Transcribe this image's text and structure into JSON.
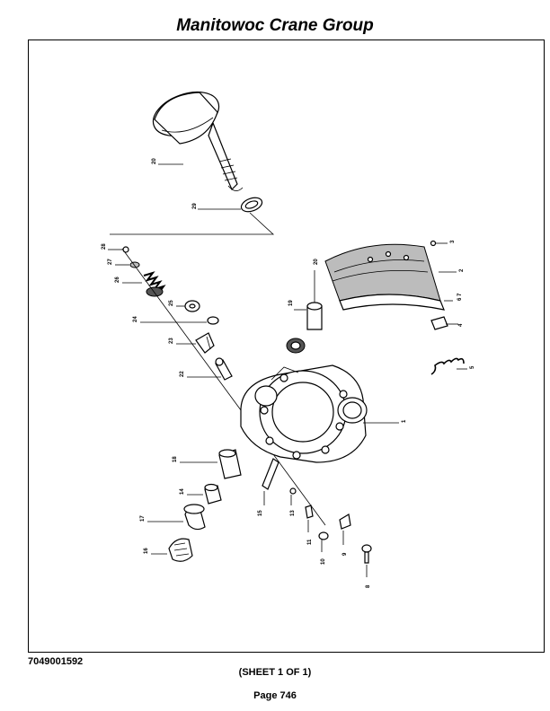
{
  "header": {
    "title": "Manitowoc Crane Group"
  },
  "footer": {
    "doc_number": "7049001592",
    "sheet": "(SHEET 1 OF 1)",
    "page": "Page 746"
  },
  "callouts": {
    "c1": "1",
    "c2": "2",
    "c3": "3",
    "c4": "4",
    "c5": "5",
    "c6_7": "6 7",
    "c8": "8",
    "c9": "9",
    "c10": "10",
    "c11": "11",
    "c13": "13",
    "c14": "14",
    "c15": "15",
    "c16": "16",
    "c17": "17",
    "c18": "18",
    "c19": "19",
    "c20a": "20",
    "c20b": "20",
    "c22": "22",
    "c23": "23",
    "c24": "24",
    "c25": "25",
    "c26": "26",
    "c27": "27",
    "c28": "28",
    "c29": "29"
  }
}
